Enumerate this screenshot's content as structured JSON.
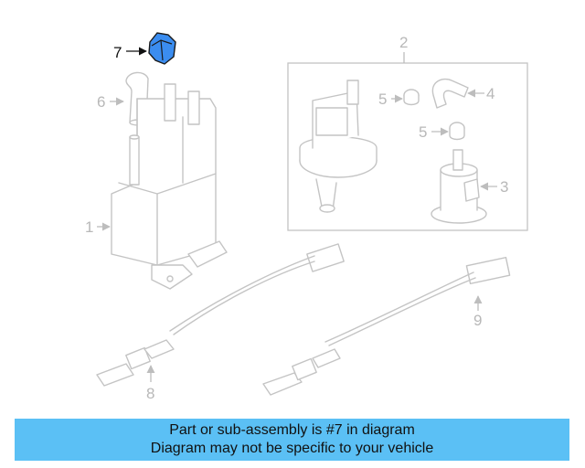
{
  "highlight_color": "#5bc0f5",
  "part_highlight_color": "#3b8df0",
  "callouts": {
    "c1": "1",
    "c2": "2",
    "c3": "3",
    "c4": "4",
    "c5a": "5",
    "c5b": "5",
    "c6": "6",
    "c7": "7",
    "c8": "8",
    "c9": "9"
  },
  "banner": {
    "line1": "Part or sub-assembly is #7 in diagram",
    "line2": "Diagram may not be specific to your vehicle"
  }
}
